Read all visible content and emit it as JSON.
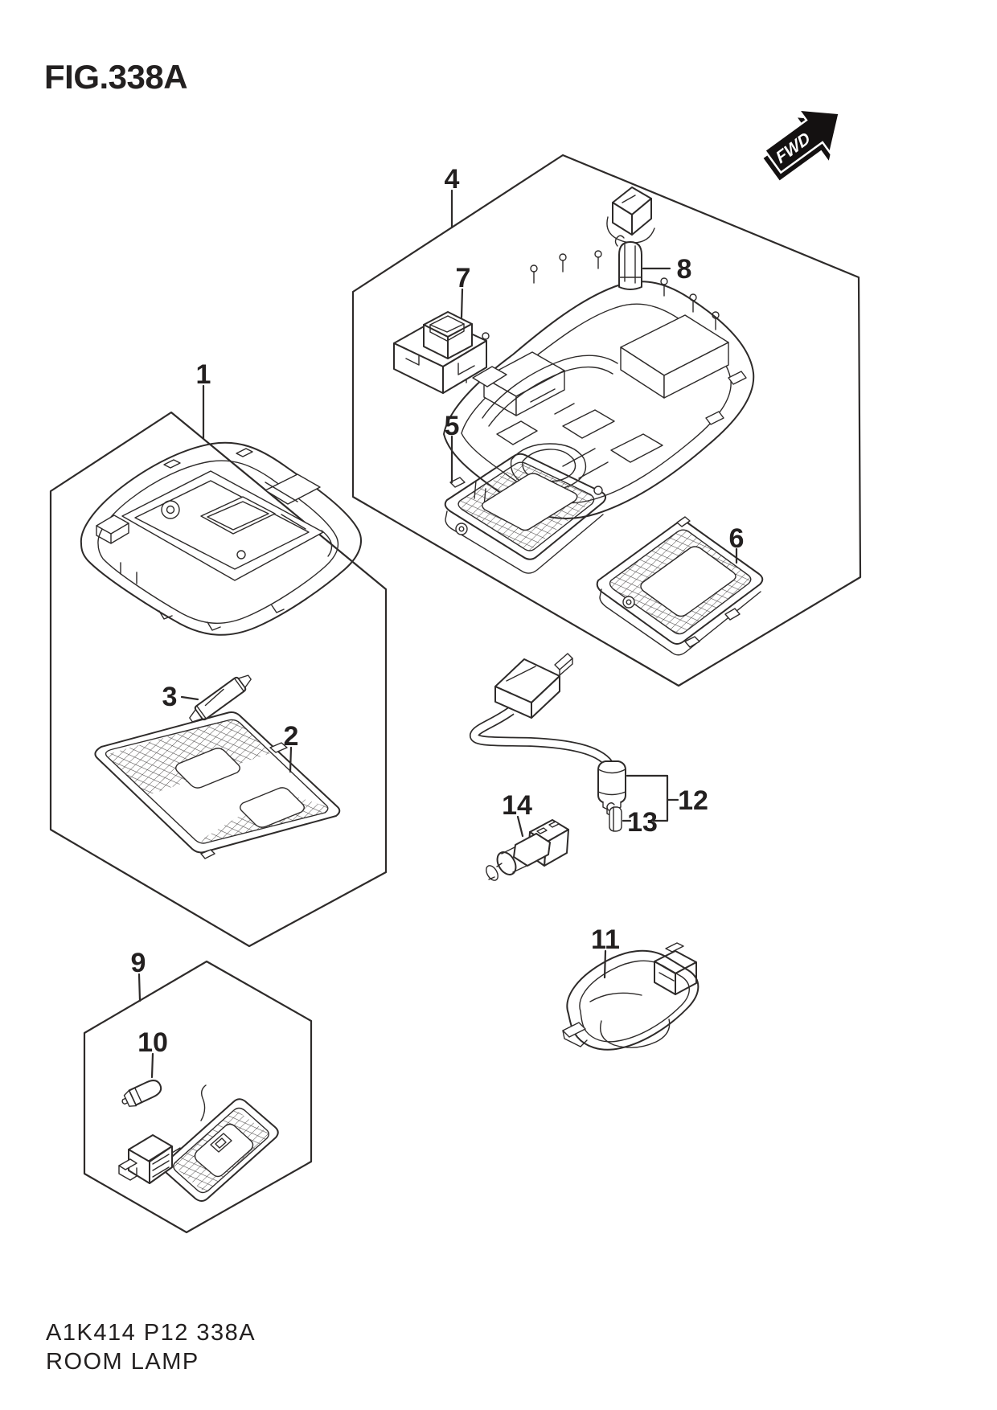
{
  "figure": {
    "title": "FIG.338A",
    "fwd_label": "FWD",
    "footer_code": "A1K414 P12 338A",
    "footer_name": "ROOM LAMP"
  },
  "colors": {
    "line": "#2e2b2a",
    "text": "#232020",
    "background": "#ffffff",
    "fwd_fill": "#141111",
    "fwd_text": "#ffffff"
  },
  "callouts": [
    {
      "num": "1"
    },
    {
      "num": "2"
    },
    {
      "num": "3"
    },
    {
      "num": "4"
    },
    {
      "num": "5"
    },
    {
      "num": "6"
    },
    {
      "num": "7"
    },
    {
      "num": "8"
    },
    {
      "num": "9"
    },
    {
      "num": "10"
    },
    {
      "num": "11"
    },
    {
      "num": "12"
    },
    {
      "num": "13"
    },
    {
      "num": "14"
    }
  ]
}
